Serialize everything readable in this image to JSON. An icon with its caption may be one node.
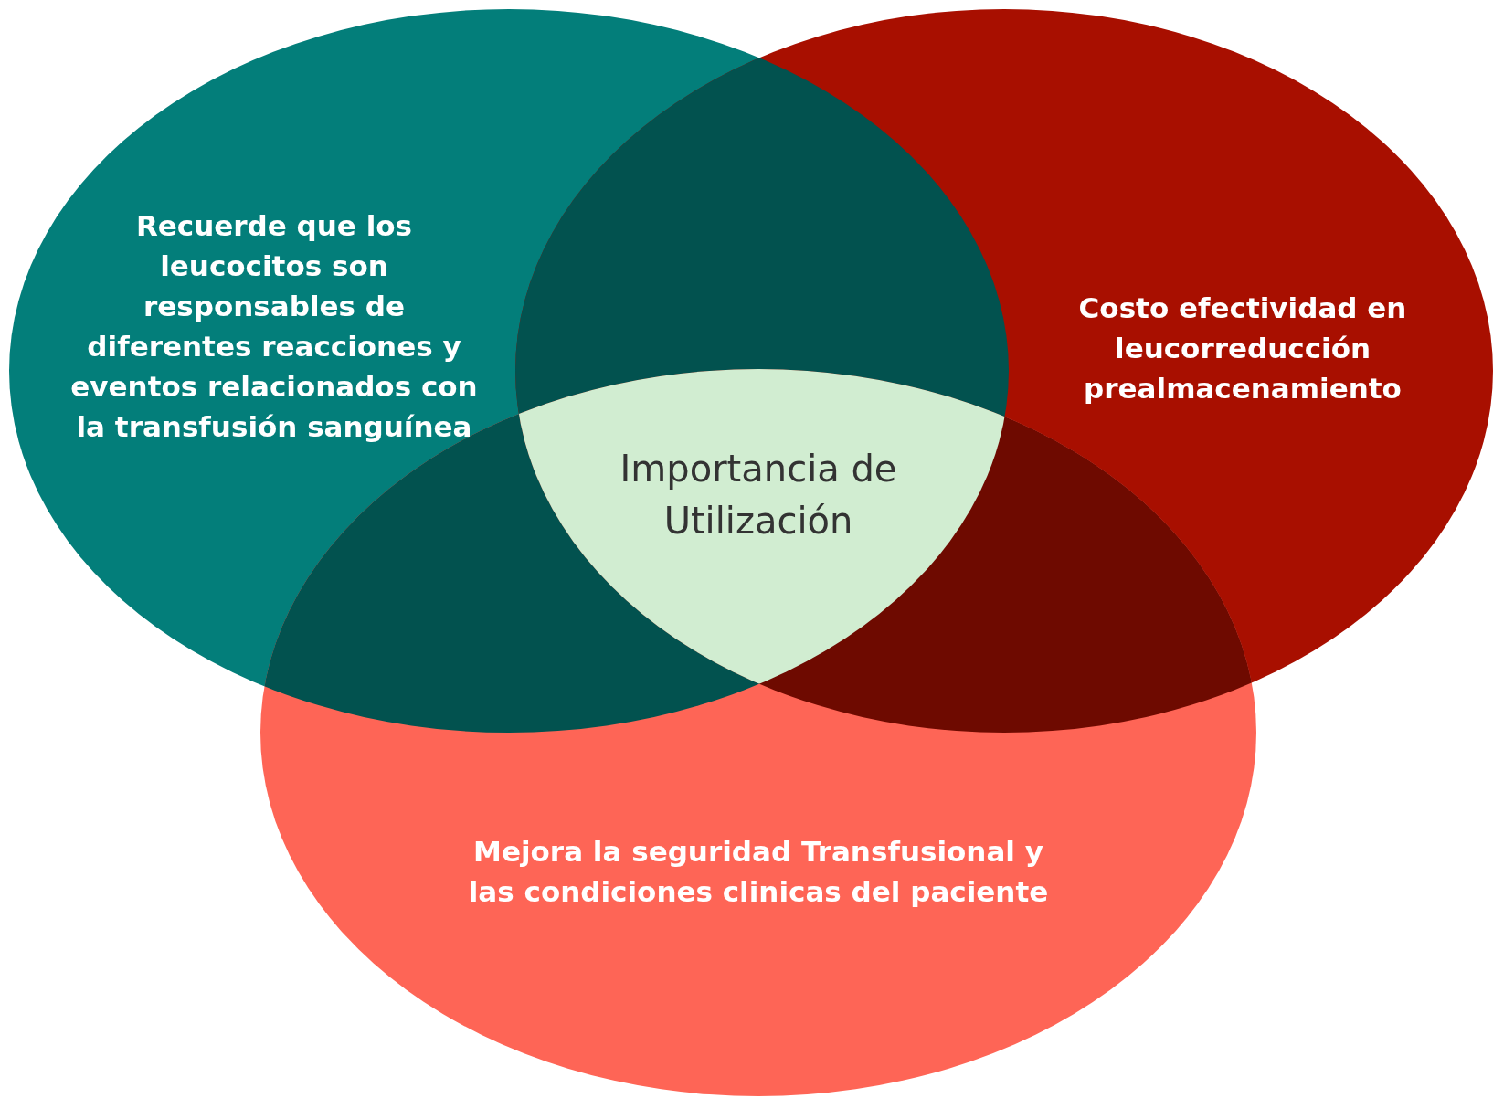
{
  "diagram": {
    "nodes": [
      {
        "text": [
          "Recuerde que los leucocitos son responsables de diferentes reacciones y eventos relacionados con la transfusión sanguínea"
        ]
      },
      {
        "text": [
          "Costo efectividad en leucorreducción prealmacenamiento"
        ]
      },
      {
        "text": [
          "Mejora la seguridad Transfusional y las condiciones clinicas del paciente"
        ]
      },
      {
        "text": [
          "Importancia de Utilización"
        ]
      }
    ]
  }
}
